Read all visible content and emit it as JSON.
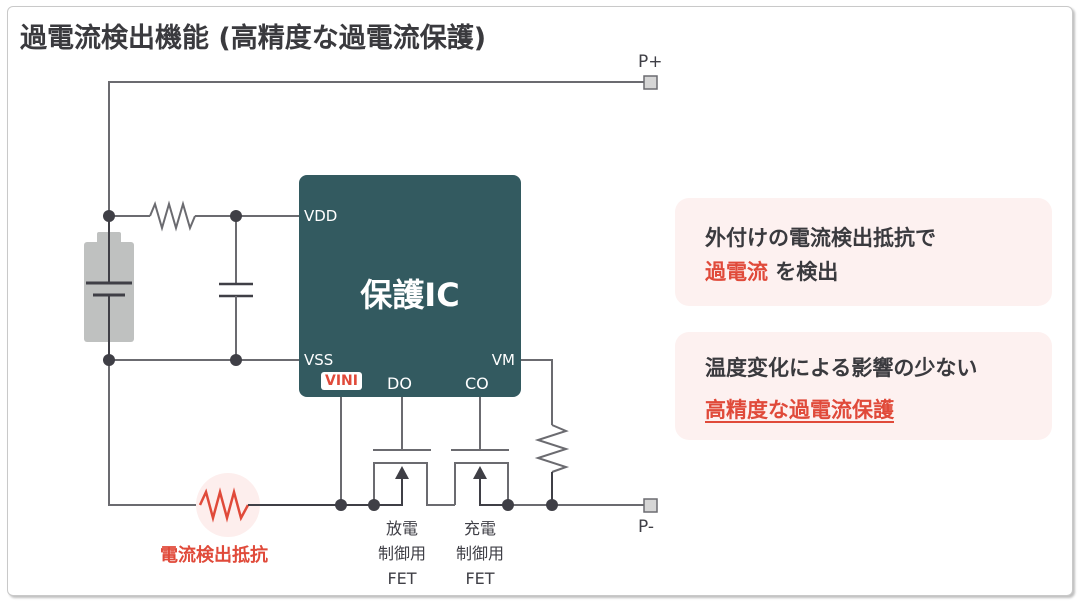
{
  "title": "過電流検出機能 (高精度な過電流保護)",
  "ic": {
    "name": "保護IC",
    "pins": {
      "vdd": "VDD",
      "vss": "VSS",
      "vm": "VM",
      "do": "DO",
      "co": "CO"
    },
    "badge": "VINI"
  },
  "terminals": {
    "positive": "P+",
    "negative": "P-"
  },
  "components": {
    "sense_resistor_label": "電流検出抵抗",
    "discharge_fet": [
      "放電",
      "制御用",
      "FET"
    ],
    "charge_fet": [
      "充電",
      "制御用",
      "FET"
    ]
  },
  "cards": [
    {
      "line1": "外付けの電流検出抵抗で",
      "line2_highlight": "過電流",
      "line2_rest": " を検出"
    },
    {
      "line1": "温度変化による影響の少ない",
      "line2_highlight": "高精度な過電流保護"
    }
  ],
  "colors": {
    "accent": "#e04a3a",
    "ic": "#335a60",
    "card_bg": "#fdf1f0",
    "text": "#3a3a3e"
  }
}
